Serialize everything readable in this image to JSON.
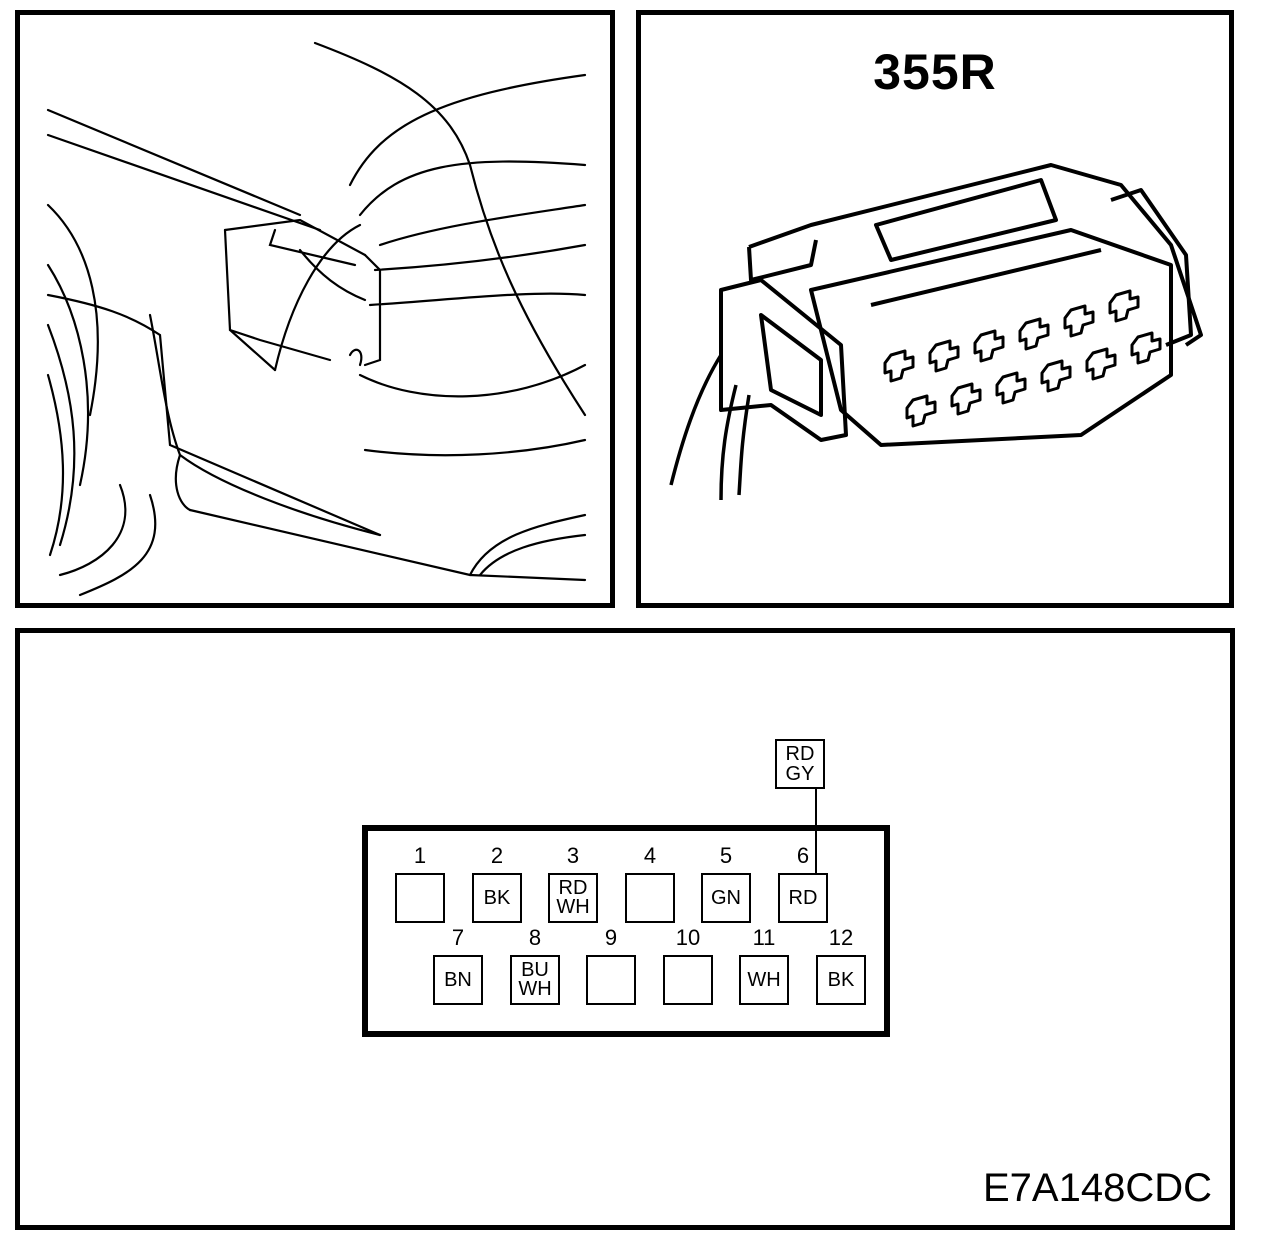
{
  "connector": {
    "label": "355R",
    "figure_id": "E7A148CDC"
  },
  "extra_wire": {
    "line1": "RD",
    "line2": "GY",
    "pin": 6
  },
  "pins_top": [
    {
      "num": "1",
      "lines": []
    },
    {
      "num": "2",
      "lines": [
        "BK"
      ]
    },
    {
      "num": "3",
      "lines": [
        "RD",
        "WH"
      ]
    },
    {
      "num": "4",
      "lines": []
    },
    {
      "num": "5",
      "lines": [
        "GN"
      ]
    },
    {
      "num": "6",
      "lines": [
        "RD"
      ]
    }
  ],
  "pins_bottom": [
    {
      "num": "7",
      "lines": [
        "BN"
      ]
    },
    {
      "num": "8",
      "lines": [
        "BU",
        "WH"
      ]
    },
    {
      "num": "9",
      "lines": []
    },
    {
      "num": "10",
      "lines": []
    },
    {
      "num": "11",
      "lines": [
        "WH"
      ]
    },
    {
      "num": "12",
      "lines": [
        "BK"
      ]
    }
  ]
}
